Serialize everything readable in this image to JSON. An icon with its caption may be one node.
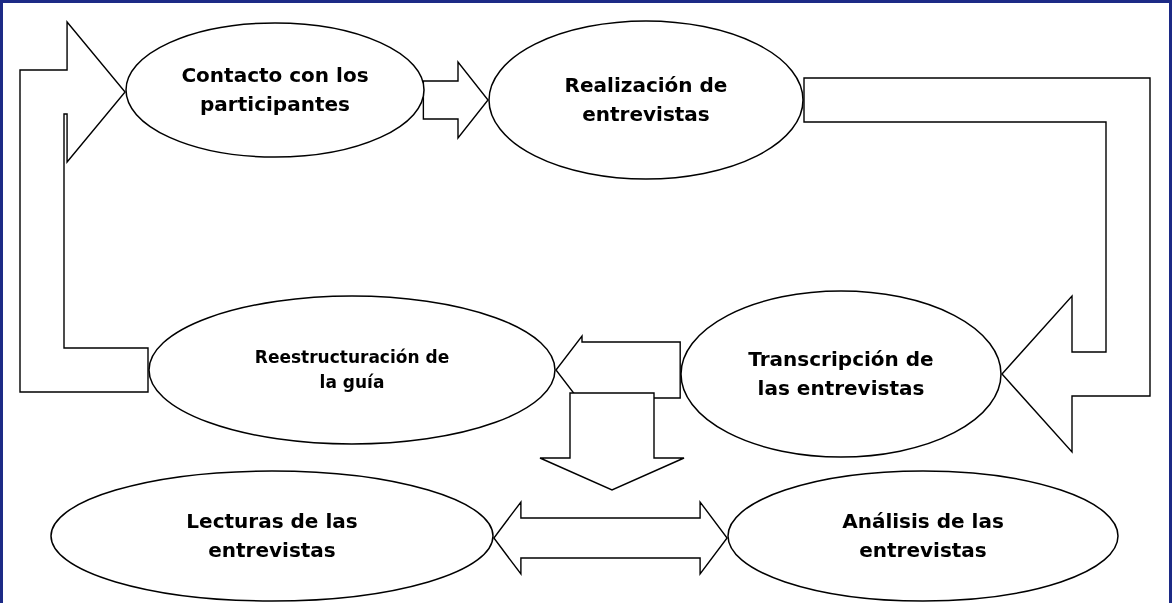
{
  "diagram": {
    "nodes": [
      {
        "text": [
          "Contacto con los participantes"
        ]
      },
      {
        "text": [
          "Realización de entrevistas"
        ]
      },
      {
        "text": [
          "Reestructuración de la guía"
        ]
      },
      {
        "text": [
          "Transcripción de las entrevistas"
        ]
      },
      {
        "text": [
          "Lecturas de las entrevistas"
        ]
      },
      {
        "text": [
          "Análisis de las entrevistas"
        ]
      }
    ],
    "edges": [
      {
        "from": 0,
        "to": 1,
        "arrow": "to"
      },
      {
        "from": 1,
        "to": 3,
        "arrow": "to"
      },
      {
        "from": 3,
        "to": 2,
        "arrow": "to"
      },
      {
        "from": 2,
        "to": 0,
        "arrow": "to"
      },
      {
        "from": 3,
        "to": null,
        "arrow": "to"
      },
      {
        "from": 4,
        "to": 5,
        "arrow": "both"
      }
    ]
  }
}
